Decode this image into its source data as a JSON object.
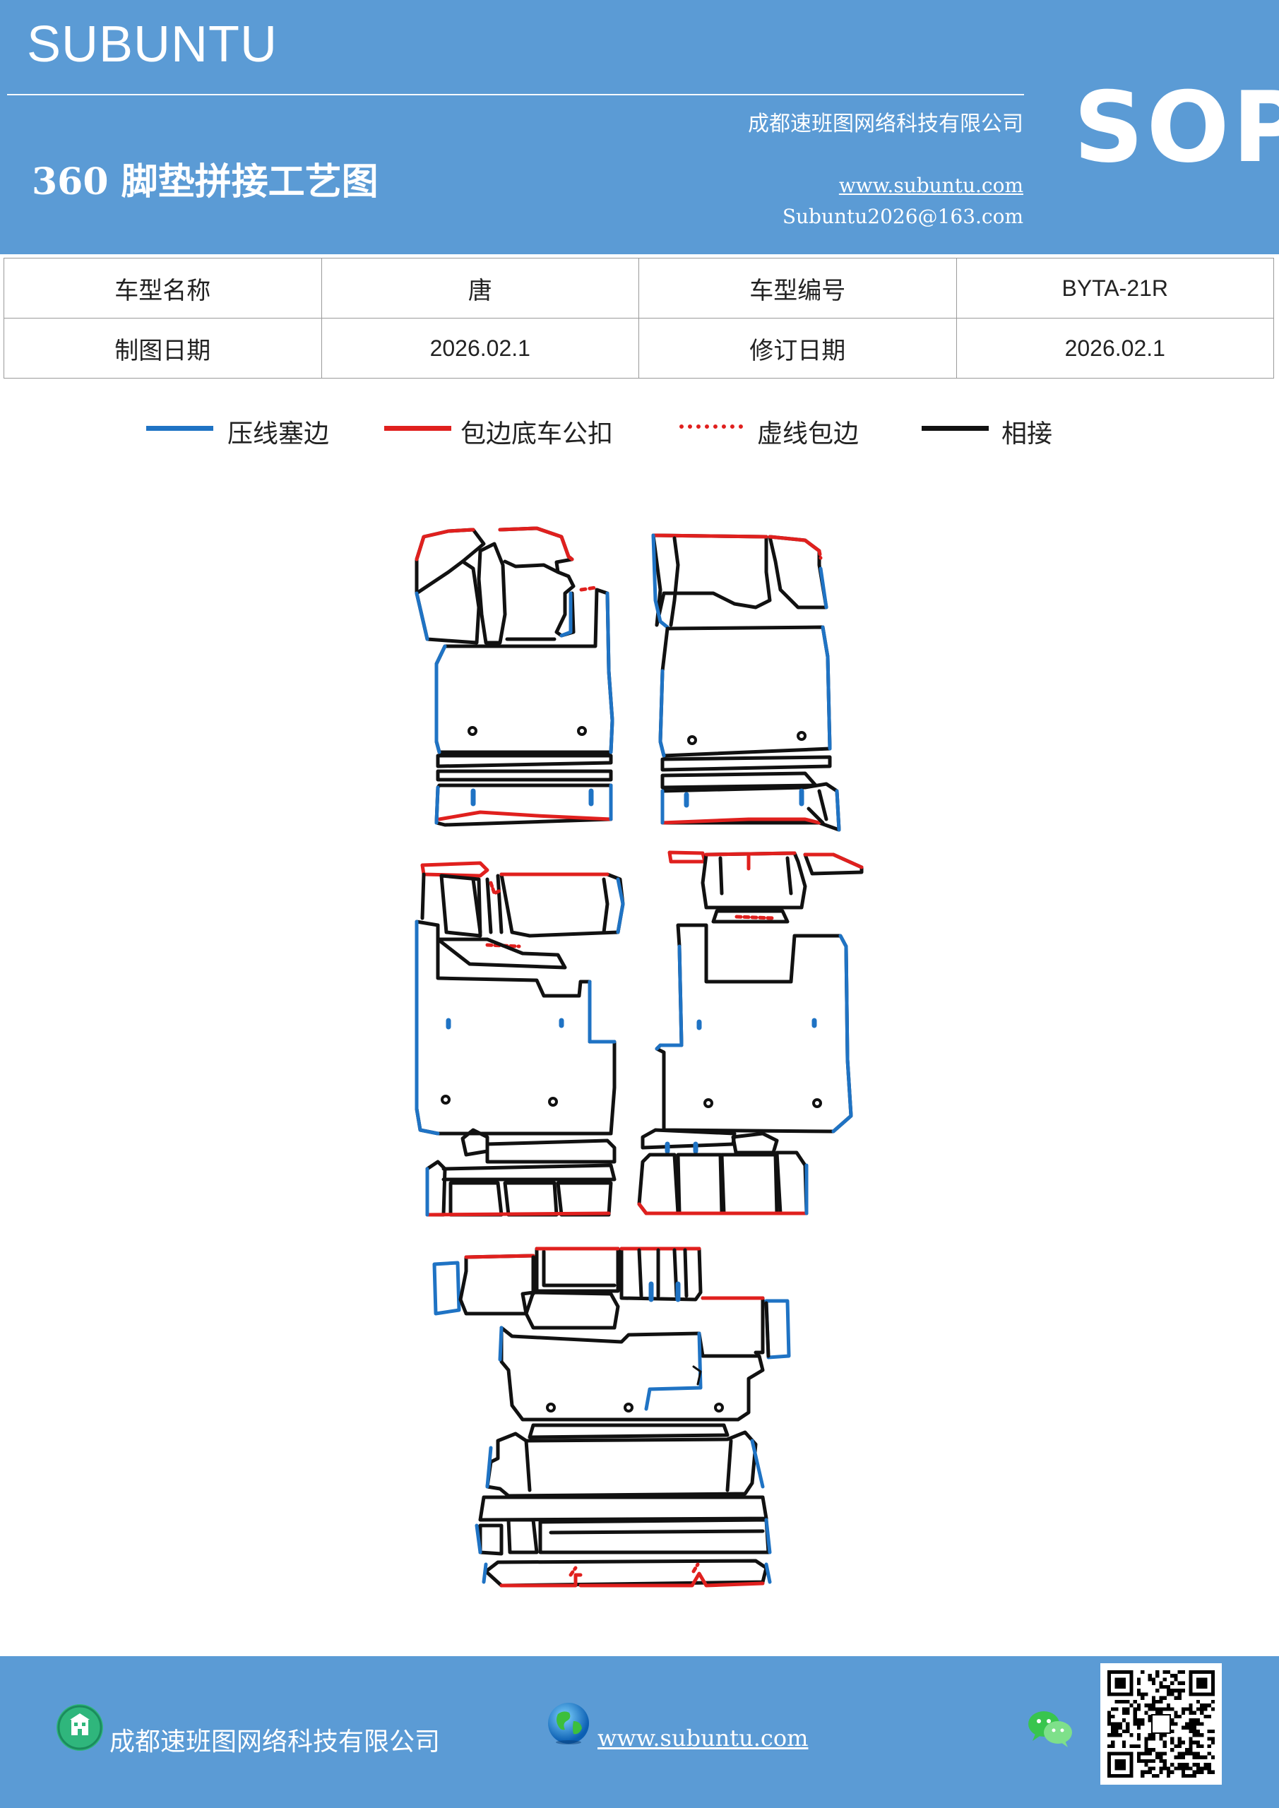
{
  "header": {
    "brand": "SUBUNTU",
    "company": "成都速班图网络科技有限公司",
    "title": "360 脚垫拼接工艺图",
    "website": "www.subuntu.com",
    "email": "Subuntu2026@163.com",
    "badge": "SOP"
  },
  "info_table": {
    "rows": [
      [
        {
          "text": "车型名称",
          "kind": "label"
        },
        {
          "text": "唐",
          "kind": "value-zh"
        },
        {
          "text": "车型编号",
          "kind": "label"
        },
        {
          "text": "BYTA-21R",
          "kind": "value"
        }
      ],
      [
        {
          "text": "制图日期",
          "kind": "label"
        },
        {
          "text": "2026.02.1",
          "kind": "value"
        },
        {
          "text": "修订日期",
          "kind": "label"
        },
        {
          "text": "2026.02.1",
          "kind": "value"
        }
      ]
    ]
  },
  "legend": {
    "items": [
      {
        "label": "压线塞边",
        "color": "#1f73c4",
        "style": "solid"
      },
      {
        "label": "包边底车公扣",
        "color": "#e0201e",
        "style": "solid"
      },
      {
        "label": "虚线包边",
        "color": "#e0201e",
        "style": "dotted"
      },
      {
        "label": "相接",
        "color": "#111111",
        "style": "solid"
      }
    ]
  },
  "diagram": {
    "colors": {
      "press": "#1f73c4",
      "wrap": "#e0201e",
      "join": "#111111"
    }
  },
  "footer": {
    "company": "成都速班图网络科技有限公司",
    "website": "www.subuntu.com",
    "icons": [
      "building-icon",
      "globe-icon",
      "wechat-icon",
      "qr-code"
    ]
  }
}
